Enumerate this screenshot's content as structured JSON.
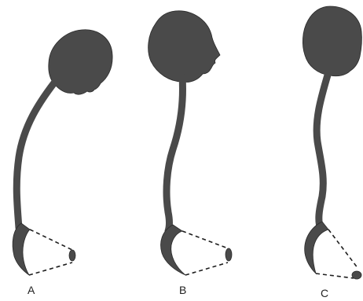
{
  "figures": [
    {
      "id": "A",
      "label": "A"
    },
    {
      "id": "B",
      "label": "B"
    },
    {
      "id": "C",
      "label": "C"
    }
  ],
  "colors": {
    "silhouette": "#4a4a4a",
    "outline": "#1e1e1e",
    "background": "#ffffff"
  }
}
